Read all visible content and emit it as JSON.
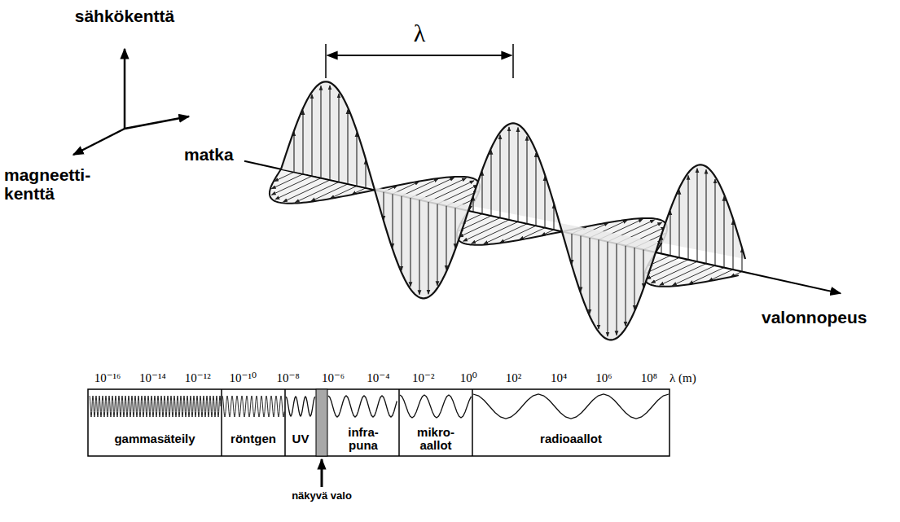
{
  "diagram": {
    "nodes": [
      {
        "text": [
          "gammasäteily"
        ]
      },
      {
        "text": [
          "röntgen"
        ]
      },
      {
        "text": [
          "UV"
        ]
      },
      {
        "text": [
          "infra- puna"
        ]
      },
      {
        "text": [
          "mikro- aallot"
        ]
      },
      {
        "text": [
          "radioaallot"
        ]
      }
    ],
    "labels": [
      "sähkökenttä",
      "magneetti- kenttä",
      "matka",
      "λ",
      "valonnopeus",
      "10⁻¹⁶",
      "10⁻¹⁴",
      "10⁻¹²",
      "10⁻¹⁰",
      "10⁻⁸",
      "10⁻⁶",
      "10⁻⁴",
      "10⁻²",
      "10⁰",
      "10²",
      "10⁴",
      "10⁶",
      "10⁸",
      "λ (m)",
      "näkyvä valo"
    ]
  }
}
